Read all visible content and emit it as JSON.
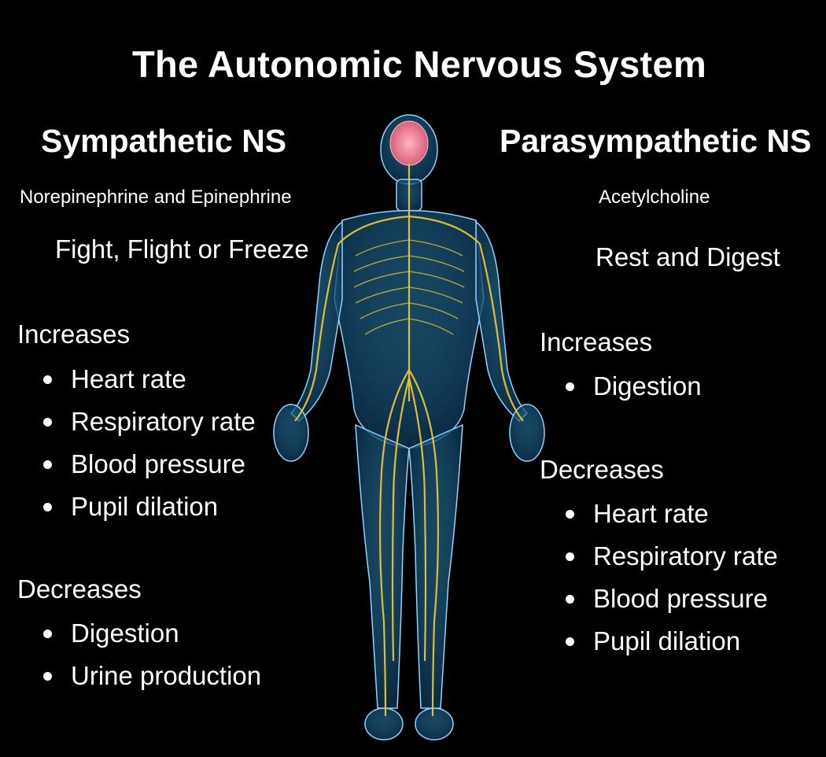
{
  "title": "The Autonomic Nervous System",
  "sympathetic": {
    "heading": "Sympathetic NS",
    "neurotransmitter": "Norepinephrine and Epinephrine",
    "motto": "Fight, Flight or Freeze",
    "increases_label": "Increases",
    "increases": [
      "Heart rate",
      "Respiratory rate",
      "Blood pressure",
      "Pupil dilation"
    ],
    "decreases_label": "Decreases",
    "decreases": [
      "Digestion",
      "Urine production"
    ]
  },
  "parasympathetic": {
    "heading": "Parasympathetic NS",
    "neurotransmitter": "Acetylcholine",
    "motto": "Rest and Digest",
    "increases_label": "Increases",
    "increases": [
      "Digestion"
    ],
    "decreases_label": "Decreases",
    "decreases": [
      "Heart rate",
      "Respiratory rate",
      "Blood pressure",
      "Pupil dilation"
    ]
  },
  "colors": {
    "background": "#000000",
    "body": "#1f5f8a",
    "nerves": "#e8c534",
    "brain": "#e98a9a"
  }
}
